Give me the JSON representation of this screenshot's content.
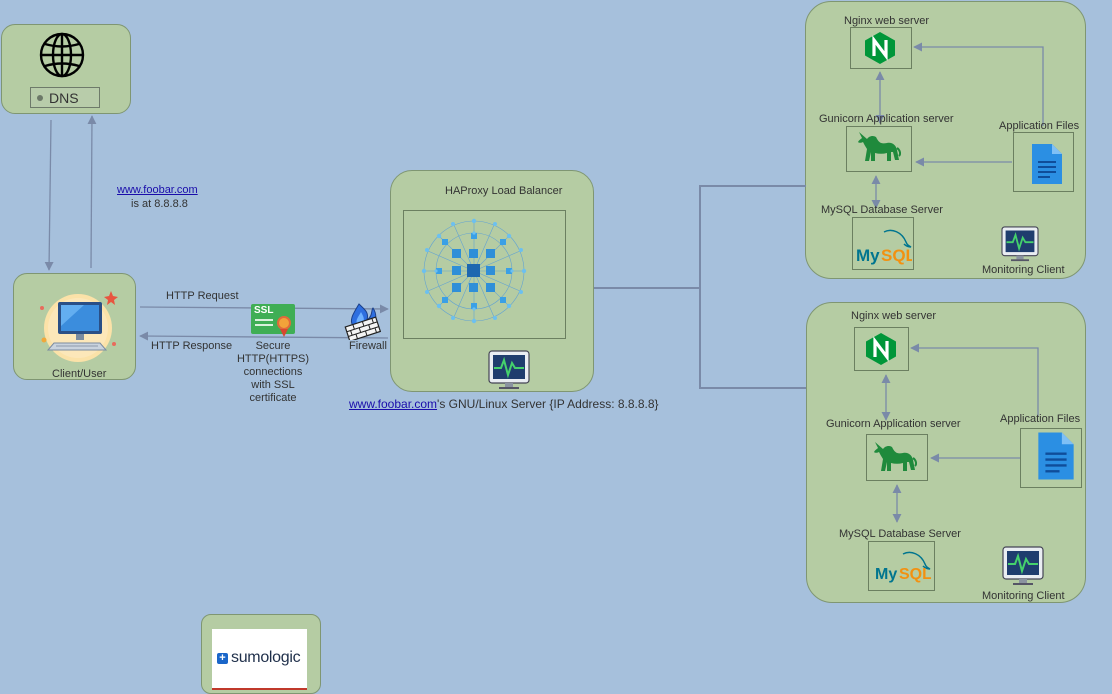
{
  "dns": {
    "label": "DNS"
  },
  "client": {
    "label": "Client/User"
  },
  "dns_answer": {
    "link": "www.foobar.com ",
    "text": "is at 8.8.8.8"
  },
  "http": {
    "request": "HTTP Request",
    "response": "HTTP Response"
  },
  "ssl": {
    "badge": "SSL",
    "caption_lines": [
      "Secure",
      "HTTP(HTTPS)",
      "connections",
      "with SSL",
      "certificate"
    ]
  },
  "firewall": {
    "label": "Firewall"
  },
  "load_balancer": {
    "title": "HAProxy Load Balancer"
  },
  "server_caption": {
    "link": "www.foobar.com",
    "text": "'s GNU/Linux Server {IP Address: 8.8.8.8}"
  },
  "servers": [
    {
      "nginx": "Nginx web server",
      "gunicorn": "Gunicorn Application server",
      "files": "Application Files",
      "mysql": "MySQL Database Server",
      "monitor": "Monitoring Client"
    },
    {
      "nginx": "Nginx web server",
      "gunicorn": "Gunicorn Application server",
      "files": "Application Files",
      "mysql": "MySQL Database Server",
      "monitor": "Monitoring Client"
    }
  ],
  "logging": {
    "brand": "sumologic"
  },
  "icons": {
    "dns": "globe-icon",
    "client": "computer-user-icon",
    "ssl": "ssl-certificate-icon",
    "firewall": "firewall-icon",
    "load_balancer": "network-mesh-icon",
    "monitor": "monitor-icon",
    "nginx": "nginx-logo",
    "gunicorn": "gunicorn-unicorn-logo",
    "files": "document-icon",
    "mysql": "mysql-logo"
  },
  "colors": {
    "background": "#a6c0dc",
    "panel": "#b5cca3",
    "arrow": "#7a8aa8",
    "nginx": "#009639",
    "mysql_blue": "#00758f",
    "mysql_orange": "#f29111"
  }
}
